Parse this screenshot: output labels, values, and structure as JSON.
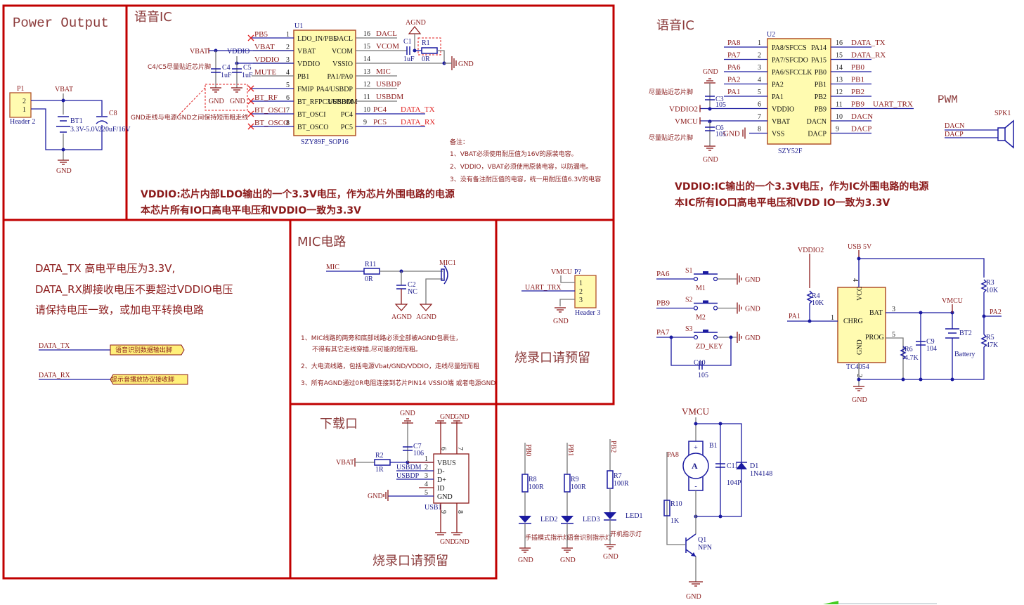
{
  "sections": {
    "power": {
      "title": "Power Output",
      "header": {
        "ref": "P1",
        "name": "Header 2",
        "pins": [
          "2",
          "1"
        ]
      },
      "vbat": "VBAT",
      "battery": {
        "ref": "BT1",
        "value": "3.3V-5.0V"
      },
      "cap": {
        "ref": "C8",
        "value": "220uF/16V"
      },
      "gnd": "GND"
    },
    "voice_ic_1": {
      "title": "语音IC",
      "chip_ref": "U1",
      "chip_name": "SZY89F_SOP16",
      "left_pins": [
        {
          "num": "1",
          "name": "LDO_IN/PB5",
          "net": "PB5"
        },
        {
          "num": "2",
          "name": "VBAT",
          "net": "VBAT"
        },
        {
          "num": "3",
          "name": "VDDIO",
          "net": "VDDIO"
        },
        {
          "num": "4",
          "name": "PB1",
          "net": "MUTE"
        },
        {
          "num": "5",
          "name": "FMIP",
          "net": ""
        },
        {
          "num": "6",
          "name": "BT_RFPC3/USBDM",
          "net": "BT_RF"
        },
        {
          "num": "7",
          "name": "BT_OSCI",
          "net": "BT_OSCI"
        },
        {
          "num": "8",
          "name": "BT_OSCO",
          "net": "BT_OSCO"
        }
      ],
      "right_pins": [
        {
          "num": "16",
          "name": "DACL",
          "net": "DACL"
        },
        {
          "num": "15",
          "name": "VCOM",
          "net": "VCOM"
        },
        {
          "num": "14",
          "name": "VSSIO",
          "net": ""
        },
        {
          "num": "13",
          "name": "PA1/PA0",
          "net": "MIC"
        },
        {
          "num": "12",
          "name": "PA4/USBDP",
          "net": "USBDP"
        },
        {
          "num": "11",
          "name": "USBDM",
          "net": "USBDM"
        },
        {
          "num": "10",
          "name": "PC4",
          "net": "PC4",
          "ext": "DATA_TX"
        },
        {
          "num": "9",
          "name": "PC5",
          "net": "PC5",
          "ext": "DATA_RX"
        }
      ],
      "vbat_port": "VBAT",
      "vddio_port": "VDDIO",
      "c4": {
        "ref": "C4",
        "value": "1uF"
      },
      "c5": {
        "ref": "C5",
        "value": "1uF"
      },
      "c1": {
        "ref": "C1",
        "value": "1uF"
      },
      "r1": {
        "ref": "R1",
        "value": "0R"
      },
      "agnd": "AGND",
      "gnd": "GND",
      "cap_note": "C4/C5尽量贴近芯片脚",
      "gnd_note": "GND走线与电源GND之间保持短而粗走线",
      "remarks_title": "备注：",
      "remarks": [
        "1、VBAT必须使用耐压值为16V的原装电容。",
        "2、VDDIO，VBAT必须使用原装电容，以防漏电。",
        "3、没有备注耐压值的电容，统一用耐压值6.3V的电容"
      ],
      "desc_line1": "VDDIO:芯片内部LDO输出的一个3.3V电压，作为芯片外围电路的电源",
      "desc_line2": "本芯片所有IO口高电平电压和VDDIO一致为3.3V"
    },
    "data_notes": {
      "lines": [
        "DATA_TX 高电平电压为3.3V,",
        "DATA_RX脚接收电压不要超过VDDIO电压",
        "请保持电压一致，或加电平转换电路"
      ],
      "tx_net": "DATA_TX",
      "tx_port": "语音识别数据输出脚",
      "rx_net": "DATA_RX",
      "rx_port": "提示音播放协议接收脚"
    },
    "mic": {
      "title": "MIC电路",
      "net": "MIC",
      "r11": {
        "ref": "R11",
        "value": "0R"
      },
      "c2": {
        "ref": "C2",
        "value": "NC"
      },
      "mic_ref": "MIC1",
      "agnd": "AGND",
      "notes": [
        "1、MIC线路的两旁和底部线路必须全部被AGND包裹住，",
        "不得有其它走线穿插,尽可能的短而粗。",
        "2、大电流线路，包括电源Vbat/GND/VDDIO，走线尽量短而粗",
        "3、所有AGND通过0R电阻连接到芯片PIN14 VSSIO端 或者电源GND"
      ]
    },
    "burn_port_1": {
      "vmcu": "VMCU",
      "ref": "P?",
      "net": "UART_TRX",
      "pins": [
        "1",
        "2",
        "3"
      ],
      "name": "Header 3",
      "gnd": "GND",
      "label": "烧录口请预留"
    },
    "download": {
      "title": "下载口",
      "vbat": "VBAT",
      "r2": {
        "ref": "R2",
        "value": "1R"
      },
      "c7": {
        "ref": "C7",
        "value": "106"
      },
      "usb_ref": "USB1",
      "pins": [
        {
          "num": "1",
          "name": "VBUS",
          "net": ""
        },
        {
          "num": "2",
          "name": "D-",
          "net": "USBDM"
        },
        {
          "num": "3",
          "name": "D+",
          "net": "USBDP"
        },
        {
          "num": "4",
          "name": "ID",
          "net": ""
        },
        {
          "num": "5",
          "name": "GND",
          "net": "GND"
        }
      ],
      "shield_pins": [
        "6",
        "7",
        "9",
        "8"
      ],
      "gnd": "GND",
      "label": "烧录口请预留"
    },
    "voice_ic_2": {
      "title": "语音IC",
      "chip_ref": "U2",
      "chip_name": "SZY52F",
      "left_pins": [
        {
          "num": "1",
          "name": "PA8/SFCCS",
          "net": "PA8"
        },
        {
          "num": "2",
          "name": "PA7/SFCDO",
          "net": "PA7"
        },
        {
          "num": "3",
          "name": "PA6/SFCCLK",
          "net": "PA6"
        },
        {
          "num": "4",
          "name": "PA2",
          "net": "PA2"
        },
        {
          "num": "5",
          "name": "PA1",
          "net": "PA1"
        },
        {
          "num": "6",
          "name": "VDDIO",
          "net": "VDDIO2"
        },
        {
          "num": "7",
          "name": "VBAT",
          "net": "VMCU"
        },
        {
          "num": "8",
          "name": "VSS",
          "net": "GND"
        }
      ],
      "right_pins": [
        {
          "num": "16",
          "name": "PA14",
          "net": "DATA_TX"
        },
        {
          "num": "15",
          "name": "PA15",
          "net": "DATA_RX"
        },
        {
          "num": "14",
          "name": "PB0",
          "net": "PB0"
        },
        {
          "num": "13",
          "name": "PB1",
          "net": "PB1"
        },
        {
          "num": "12",
          "name": "PB2",
          "net": "PB2"
        },
        {
          "num": "11",
          "name": "PB9",
          "net": "PB9",
          "ext": "UART_TRX"
        },
        {
          "num": "10",
          "name": "DACN",
          "net": "DACN"
        },
        {
          "num": "9",
          "name": "DACP",
          "net": "DACP"
        }
      ],
      "c3": {
        "ref": "C3",
        "value": "105"
      },
      "c6": {
        "ref": "C6",
        "value": "105"
      },
      "gnd": "GND",
      "cap_note": "尽量贴近芯片脚",
      "desc_line1": "VDDIO:IC输出的一个3.3V电压，作为IC外围电路的电源",
      "desc_line2": "本IC所有IO口高电平电压和VDD IO一致为3.3V"
    },
    "pwm": {
      "title": "PWM",
      "spk_ref": "SPK1",
      "nets": [
        "DACN",
        "DACP"
      ]
    },
    "keys": {
      "items": [
        {
          "net": "PA6",
          "ref": "S1",
          "name": "M1"
        },
        {
          "net": "PB9",
          "ref": "S2",
          "name": "M2"
        },
        {
          "net": "PA7",
          "ref": "S3",
          "name": "ZD_KEY"
        }
      ],
      "c10": {
        "ref": "C10",
        "value": "105"
      },
      "gnd": "GND"
    },
    "charger": {
      "chip_name": "TC4054",
      "pins": [
        {
          "num": "1",
          "name": "CHRG"
        },
        {
          "num": "2",
          "name": "GND"
        },
        {
          "num": "3",
          "name": "BAT"
        },
        {
          "num": "4",
          "name": "VCC"
        },
        {
          "num": "5",
          "name": "PROG"
        }
      ],
      "vddio2": "VDDIO2",
      "usb5v": "USB 5V",
      "vmcu": "VMCU",
      "pa1": "PA1",
      "pa2": "PA2",
      "r4": {
        "ref": "R4",
        "value": "10K"
      },
      "r3": {
        "ref": "R3",
        "value": "10K"
      },
      "r5": {
        "ref": "R5",
        "value": "47K"
      },
      "r6": {
        "ref": "R6",
        "value": "4.7K"
      },
      "c9": {
        "ref": "C9",
        "value": "104"
      },
      "bt2": {
        "ref": "BT2",
        "value": "Battery"
      },
      "gnd": "GND"
    },
    "leds": {
      "items": [
        {
          "net": "PB0",
          "res": "R8",
          "value": "100R",
          "led": "LED2",
          "desc": "手插模式指示灯"
        },
        {
          "net": "PB1",
          "res": "R9",
          "value": "100R",
          "led": "LED3",
          "desc": "语音识别指示灯"
        },
        {
          "net": "PB2",
          "res": "R7",
          "value": "100R",
          "led": "LED1",
          "desc": "开机指示灯"
        }
      ],
      "gnd": "GND"
    },
    "motor": {
      "vmcu": "VMCU",
      "pa8": "PA8",
      "motor_ref": "B1",
      "motor_symbol": "A",
      "c11": {
        "ref": "C11",
        "value": "104P"
      },
      "d1": {
        "ref": "D1",
        "value": "1N4148"
      },
      "r10": {
        "ref": "R10",
        "value": "1K"
      },
      "q1": {
        "ref": "Q1",
        "value": "NPN"
      },
      "gnd": "GND"
    }
  }
}
